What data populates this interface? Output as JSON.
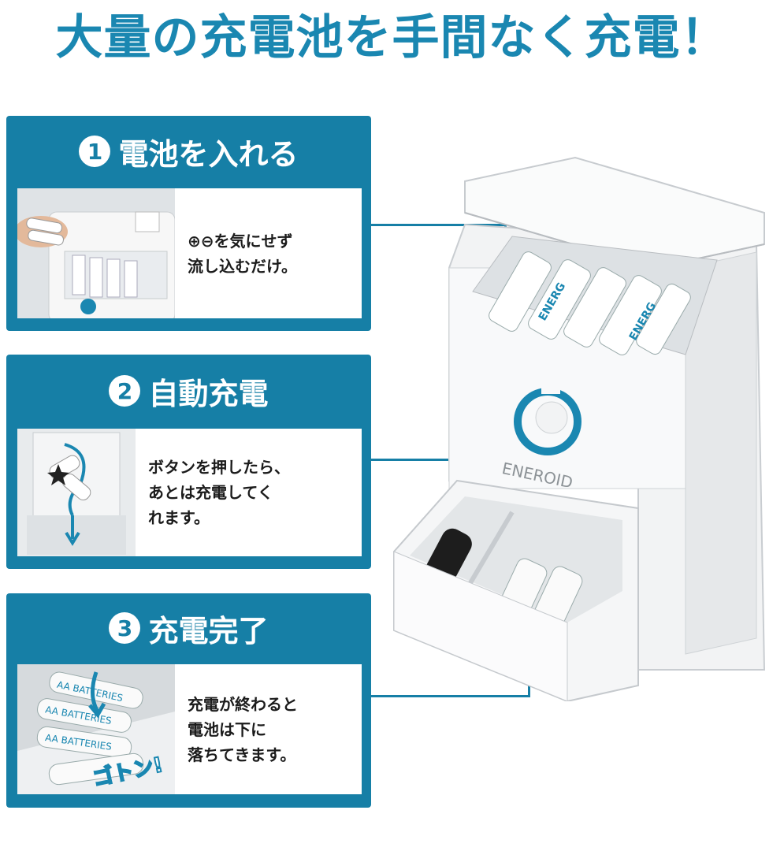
{
  "headline": "大量の充電池を手間なく充電！",
  "steps": [
    {
      "number": "1",
      "title": "電池を入れる",
      "description": "⊕⊖を気にせず\n流し込むだけ。"
    },
    {
      "number": "2",
      "title": "自動充電",
      "description": "ボタンを押したら、\nあとは充電してく\nれます。"
    },
    {
      "number": "3",
      "title": "充電完了",
      "description": "充電が終わると\n電池は下に\n落ちてきます。"
    }
  ],
  "device": {
    "brand_label": "ENEROID",
    "battery_label": "ENERG"
  },
  "photo3": {
    "battery_text": "AA BATTERIES",
    "sound_effect": "ゴトン!"
  },
  "colors": {
    "accent": "#167fa6",
    "headline": "#1a87b1",
    "panel": "#ffffff"
  }
}
